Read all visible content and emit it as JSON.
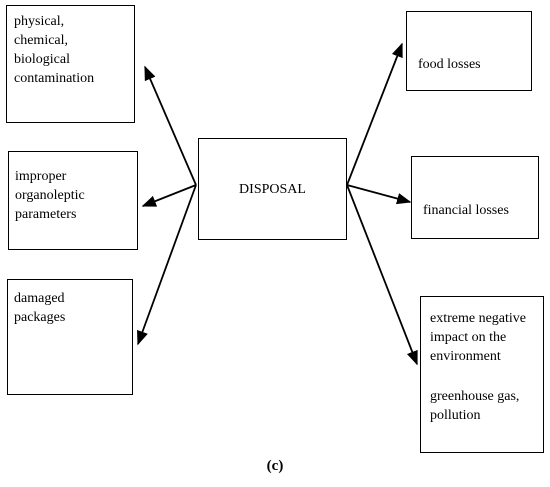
{
  "center": {
    "label": "DISPOSAL"
  },
  "causes": [
    {
      "lines": [
        "physical,",
        "chemical,",
        "biological",
        "contamination"
      ]
    },
    {
      "lines": [
        "improper",
        "organoleptic",
        "parameters"
      ]
    },
    {
      "lines": [
        "damaged",
        "packages"
      ]
    }
  ],
  "effects": [
    {
      "lines": [
        "food losses"
      ]
    },
    {
      "lines": [
        "financial losses"
      ]
    },
    {
      "lines": [
        "extreme negative",
        "impact on the",
        "environment"
      ],
      "extra_lines": [
        "greenhouse gas,",
        "pollution"
      ]
    }
  ],
  "caption": "(c)"
}
